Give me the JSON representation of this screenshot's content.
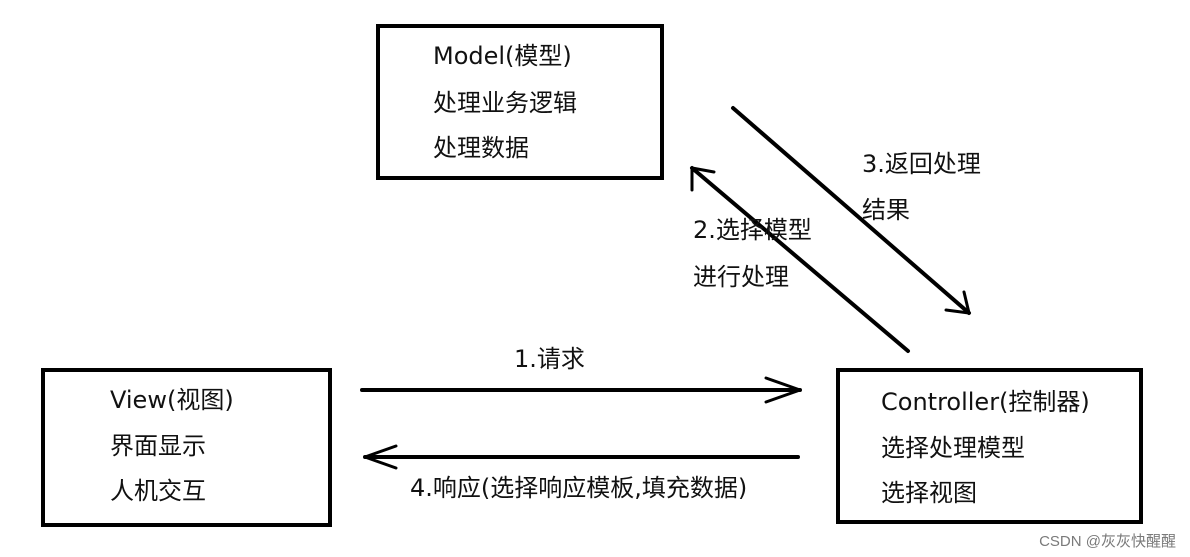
{
  "model": {
    "title": "Model(模型)",
    "line1": "处理业务逻辑",
    "line2": "处理数据"
  },
  "view": {
    "title": "View(视图)",
    "line1": "界面显示",
    "line2": "人机交互"
  },
  "controller": {
    "title": "Controller(控制器)",
    "line1": "选择处理模型",
    "line2": "选择视图"
  },
  "arrows": {
    "request": "1.请求",
    "select_model_1": "2.选择模型",
    "select_model_2": "进行处理",
    "return_result_1": "3.返回处理",
    "return_result_2": "结果",
    "response": "4.响应(选择响应模板,填充数据)"
  },
  "watermark": "CSDN @灰灰快醒醒",
  "colors": {
    "stroke": "#000000",
    "text": "#111111",
    "watermark": "#7a7a7a",
    "background": "#ffffff"
  }
}
